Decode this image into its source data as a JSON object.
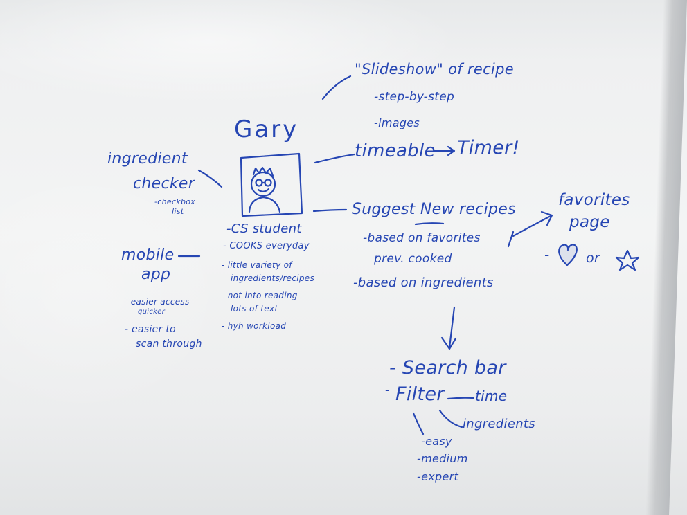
{
  "persona": {
    "name": "Gary",
    "traits": [
      "-CS student",
      "- COOKS everyday",
      "- little variety of",
      "ingredients/recipes",
      "- not into reading",
      "lots of text",
      "- hyh workload"
    ]
  },
  "ingredient_checker": {
    "title_line1": "ingredient",
    "title_line2": "checker",
    "sub_line1": "-checkbox",
    "sub_line2": "list"
  },
  "mobile_app": {
    "title_line1": "mobile",
    "title_line2": "app",
    "points": [
      "- easier access",
      "quicker",
      "- easier to",
      "scan through"
    ]
  },
  "slideshow": {
    "title": "\"Slideshow\" of recipe",
    "points": [
      "-step-by-step",
      "-images"
    ]
  },
  "timeable": {
    "text": "timeable",
    "result": "Timer!"
  },
  "suggest": {
    "title_prefix": "Suggest",
    "title_emphasis": "New",
    "title_suffix": "recipes",
    "points": [
      "-based on favorites",
      "prev. cooked",
      "-based on ingredients"
    ]
  },
  "favorites": {
    "title_line1": "favorites",
    "title_line2": "page",
    "options_prefix": "-",
    "options_or": "or"
  },
  "search": {
    "search_bar": "- Search bar",
    "filter": "Filter",
    "filter_prefix": "-",
    "filter_time": "time",
    "filter_ingredients": "ingredients",
    "difficulty": [
      "-easy",
      "-medium",
      "-expert"
    ]
  },
  "icons": [
    "persona-sketch",
    "heart-icon",
    "star-icon",
    "arrow-right-icon"
  ],
  "ink_color": "#2646b3"
}
